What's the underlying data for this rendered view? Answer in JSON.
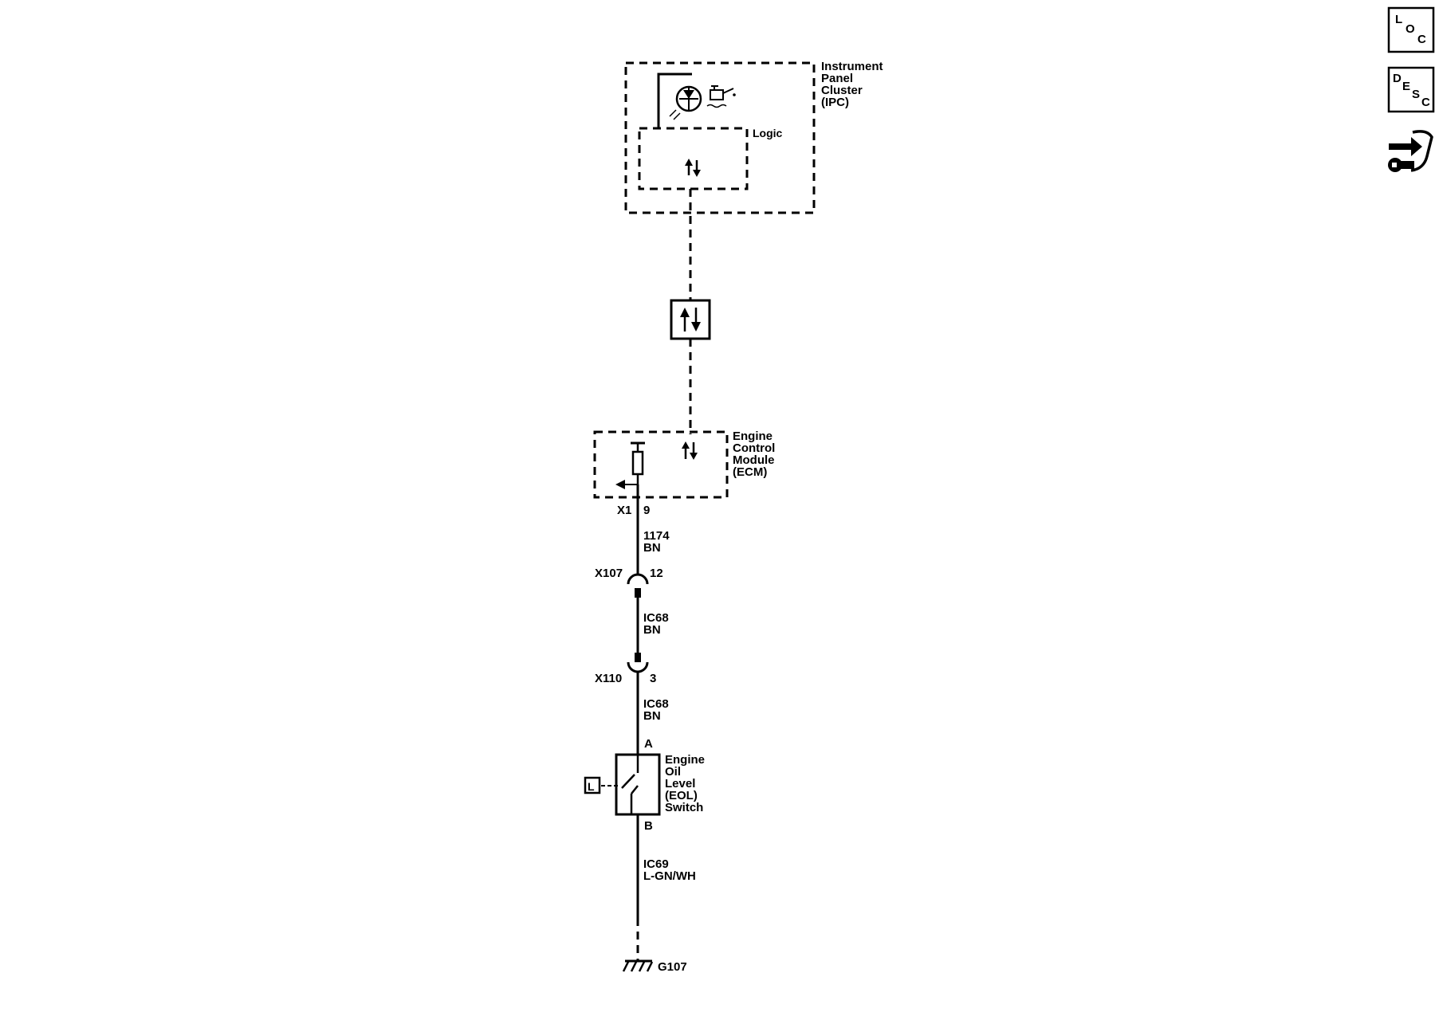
{
  "ipc": {
    "label": [
      "Instrument",
      "Panel",
      "Cluster",
      "(IPC)"
    ],
    "logic_label": "Logic"
  },
  "ecm": {
    "label": [
      "Engine",
      "Control",
      "Module",
      "(ECM)"
    ],
    "connector": "X1",
    "pin": "9"
  },
  "wire1": {
    "circuit": "1174",
    "color": "BN"
  },
  "inline_x107": {
    "name": "X107",
    "pin": "12"
  },
  "wire2": {
    "circuit": "IC68",
    "color": "BN"
  },
  "inline_x110": {
    "name": "X110",
    "pin": "3"
  },
  "wire3": {
    "circuit": "IC68",
    "color": "BN"
  },
  "switch": {
    "pin_top": "A",
    "pin_bottom": "B",
    "label": [
      "Engine",
      "Oil",
      "Level",
      "(EOL)",
      "Switch"
    ],
    "ref_letter": "L"
  },
  "wire4": {
    "circuit": "IC69",
    "color": "L-GN/WH"
  },
  "ground": {
    "name": "G107"
  },
  "nav": {
    "loc": [
      "L",
      "O",
      "C"
    ],
    "desc": [
      "D",
      "E",
      "S",
      "C"
    ]
  }
}
